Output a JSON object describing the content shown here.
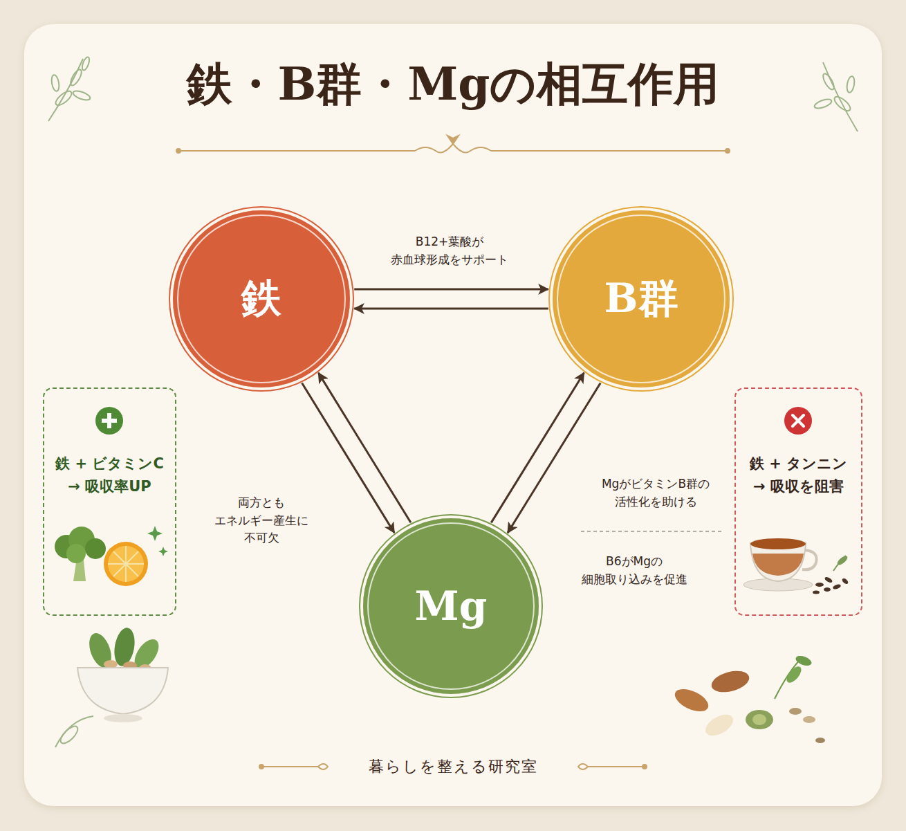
{
  "diagram": {
    "title": "鉄・B群・Mgの相互作用",
    "caption": "暮らしを整える研究室",
    "nodes": [
      {
        "text": [
          "鉄"
        ]
      },
      {
        "text": [
          "B群"
        ]
      },
      {
        "text": [
          "鉄 + ビタミンC → 吸収率UP"
        ]
      },
      {
        "text": [
          "鉄 + タンニン → 吸収を阻害"
        ]
      },
      {
        "text": [
          "Mg"
        ]
      }
    ],
    "edges": [
      {
        "from": 0,
        "to": 1,
        "arrow": "to",
        "label": "B12+葉酸が 赤血球形成をサポート"
      },
      {
        "from": 1,
        "to": 0,
        "arrow": "to"
      },
      {
        "from": 0,
        "to": 4,
        "arrow": "to",
        "label": "両方とも エネルギー産生に 不可欠"
      },
      {
        "from": 4,
        "to": 0,
        "arrow": "to"
      },
      {
        "from": 4,
        "to": 1,
        "arrow": "to",
        "label": "MgがビタミンB群の 活性化を助ける"
      },
      {
        "from": 1,
        "to": 4,
        "arrow": "to",
        "label": "B6がMgの 細胞取り込みを促進"
      }
    ]
  }
}
